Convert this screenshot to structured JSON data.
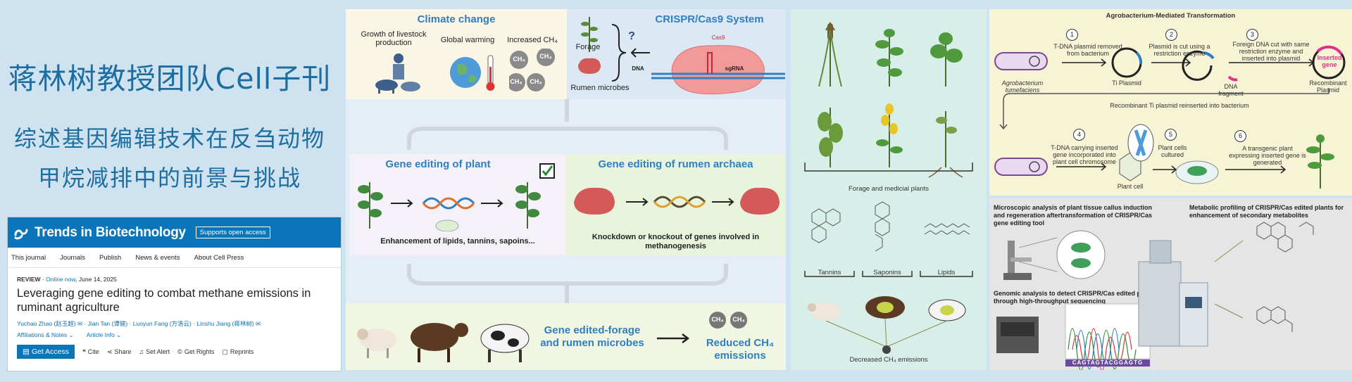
{
  "left": {
    "title": "蒋林树教授团队Cell子刊",
    "subtitle_line1": "综述基因编辑技术在反刍动物",
    "subtitle_line2": "甲烷减排中的前景与挑战"
  },
  "journal": {
    "name": "Trends in Biotechnology",
    "open_access": "Supports open access",
    "nav": [
      "This journal",
      "Journals",
      "Publish",
      "News & events",
      "About Cell Press"
    ],
    "review_label": "REVIEW",
    "online": "Online now",
    "date": ", June 14, 2025",
    "article_title": "Leveraging gene editing to combat methane emissions in ruminant agriculture",
    "authors": "Yuchao Zhao (赵玉超) ✉ · Jian Tan (谭健) · Luoyun Fang (方洛云) · Linshu Jiang (蒋林树) ✉",
    "affiliations": "Affiliations & Notes",
    "article_info": "Article Info",
    "get_access": "Get Access",
    "actions": [
      "Cite",
      "Share",
      "Set Alert",
      "Get Rights",
      "Reprints"
    ]
  },
  "graphic": {
    "climate_title": "Climate change",
    "livestock": "Growth of livestock production",
    "warming": "Global warming",
    "increased": "Increased CH₄",
    "ch4": "CH₄",
    "crispr_title": "CRISPR/Cas9 System",
    "forage": "Forage",
    "rumen_microbes": "Rumen microbes",
    "question": "?",
    "cas9": "Cas9",
    "dna": "DNA",
    "sgrna": "sgRNA",
    "plant_title": "Gene editing of plant",
    "plant_desc": "Enhancement of lipids, tannins, sapoins...",
    "archaea_title": "Gene editing of rumen archaea",
    "archaea_desc": "Knockdown or knockout of genes involved in methanogenesis",
    "edited": "Gene edited-forage and rumen microbes",
    "reduced": "Reduced CH₄ emissions"
  },
  "forage_panel": {
    "plants_label": "Forage and medicial plants",
    "tannins": "Tannins",
    "saponins": "Saponins",
    "lipids": "Lipids",
    "decreased": "Decreased CH₄ emissions"
  },
  "agro": {
    "title": "Agrobacterium-Mediated Transformation",
    "agrobacterium": "Agrobacterium tumefaciens",
    "step1": "T-DNA plasmid removed from bacterium",
    "ti_plasmid": "Ti Plasmid",
    "step2": "Plasmid is cut using a restriction enzyme",
    "dna_fragment": "DNA fragment",
    "step3": "Foreign DNA cut with same restriction enzyme and inserted into plasmid",
    "inserted_gene": "Inserted gene",
    "recombinant": "Recombinant Plasmid",
    "reinserted": "Recombinant Ti plasmid  reinserted into  bacterium",
    "step4": "T-DNA carrying  inserted gene  incorporated into plant cell chromosome",
    "plant_cell": "Plant cell",
    "step5": "Plant cells cultured",
    "step6": "A transgenic plant expressing inserted gene is generated",
    "nums": [
      "1",
      "2",
      "3",
      "4",
      "5",
      "6"
    ]
  },
  "analysis": {
    "microscopic": "Microscopic analysis of plant tissue callus induction and regeneration aftertransformation of CRISPR/Cas gene editing tool",
    "metabolic": "Metabolic profiling of CRISPR/Cas edited plants for enhancement of secondary metabolites",
    "genomic": "Genomic analysis to detect CRISPR/Cas edited plants through high-throughput sequencing",
    "sequence": "CAGTAGTACGGAGTG"
  }
}
